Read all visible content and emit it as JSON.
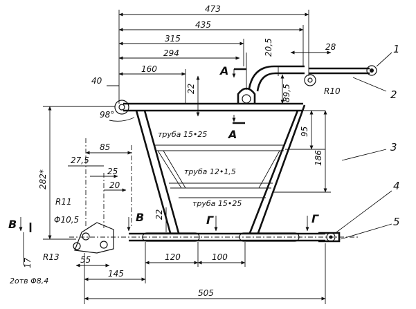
{
  "dimensions": {
    "d473": "473",
    "d435": "435",
    "d315": "315",
    "d294": "294",
    "d160": "160",
    "d40": "40",
    "d28": "28",
    "d20_5": "20,5",
    "d89_5": "89,5",
    "r10": "R10",
    "d22_top": "22",
    "d98": "98°",
    "d95": "95",
    "d186": "186",
    "d282": "282*",
    "d85": "85",
    "d27_5": "27,5",
    "d25": "25",
    "d20": "20",
    "r11": "R11",
    "phi10_5": "Φ10,5",
    "r13": "R13",
    "d17": "17",
    "d55": "55",
    "d22_left": "22",
    "d120": "120",
    "d100": "100",
    "d145": "145",
    "d505": "505"
  },
  "notes": {
    "tube_top": "труба 15•25",
    "tube_mid": "труба 12•1,5",
    "tube_bottom": "труба 15•25",
    "holes": "2отв Φ8,4"
  },
  "sections": {
    "a_top": "A",
    "a_bottom": "A",
    "v_left": "B",
    "v_right": "B",
    "g_left": "Г",
    "g_right": "Г"
  },
  "callouts": {
    "c1": "1",
    "c2": "2",
    "c3": "3",
    "c4": "4",
    "c5": "5"
  }
}
